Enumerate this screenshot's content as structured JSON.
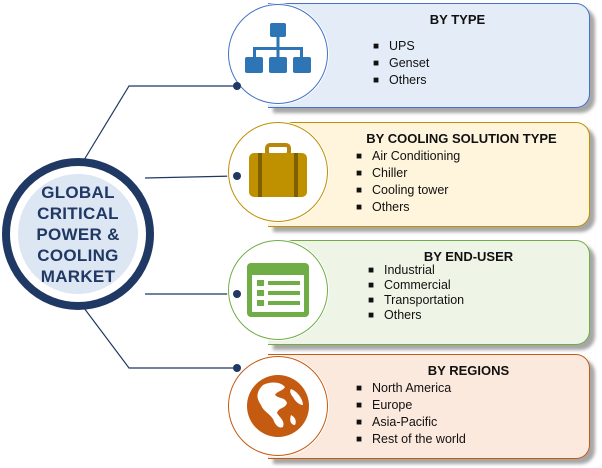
{
  "hub": {
    "title": "GLOBAL\nCRITICAL\nPOWER &\nCOOLING\nMARKET"
  },
  "segments": [
    {
      "title": "BY TYPE",
      "items": [
        "UPS",
        "Genset",
        "Others"
      ],
      "icon": "hierarchy-icon",
      "fill": "#e4ecf7",
      "border": "#4472c4"
    },
    {
      "title": "BY COOLING SOLUTION TYPE",
      "items": [
        "Air Conditioning",
        "Chiller",
        "Cooling tower",
        "Others"
      ],
      "icon": "briefcase-icon",
      "fill": "#fff4dc",
      "border": "#bf9000"
    },
    {
      "title": "BY END-USER",
      "items": [
        "Industrial",
        "Commercial",
        "Transportation",
        "Others"
      ],
      "icon": "list-window-icon",
      "fill": "#eef5e6",
      "border": "#70ad47"
    },
    {
      "title": "BY REGIONS",
      "items": [
        "North America",
        "Europe",
        "Asia-Pacific",
        "Rest of the world"
      ],
      "icon": "globe-icon",
      "fill": "#fbe9dd",
      "border": "#c55a11"
    }
  ]
}
